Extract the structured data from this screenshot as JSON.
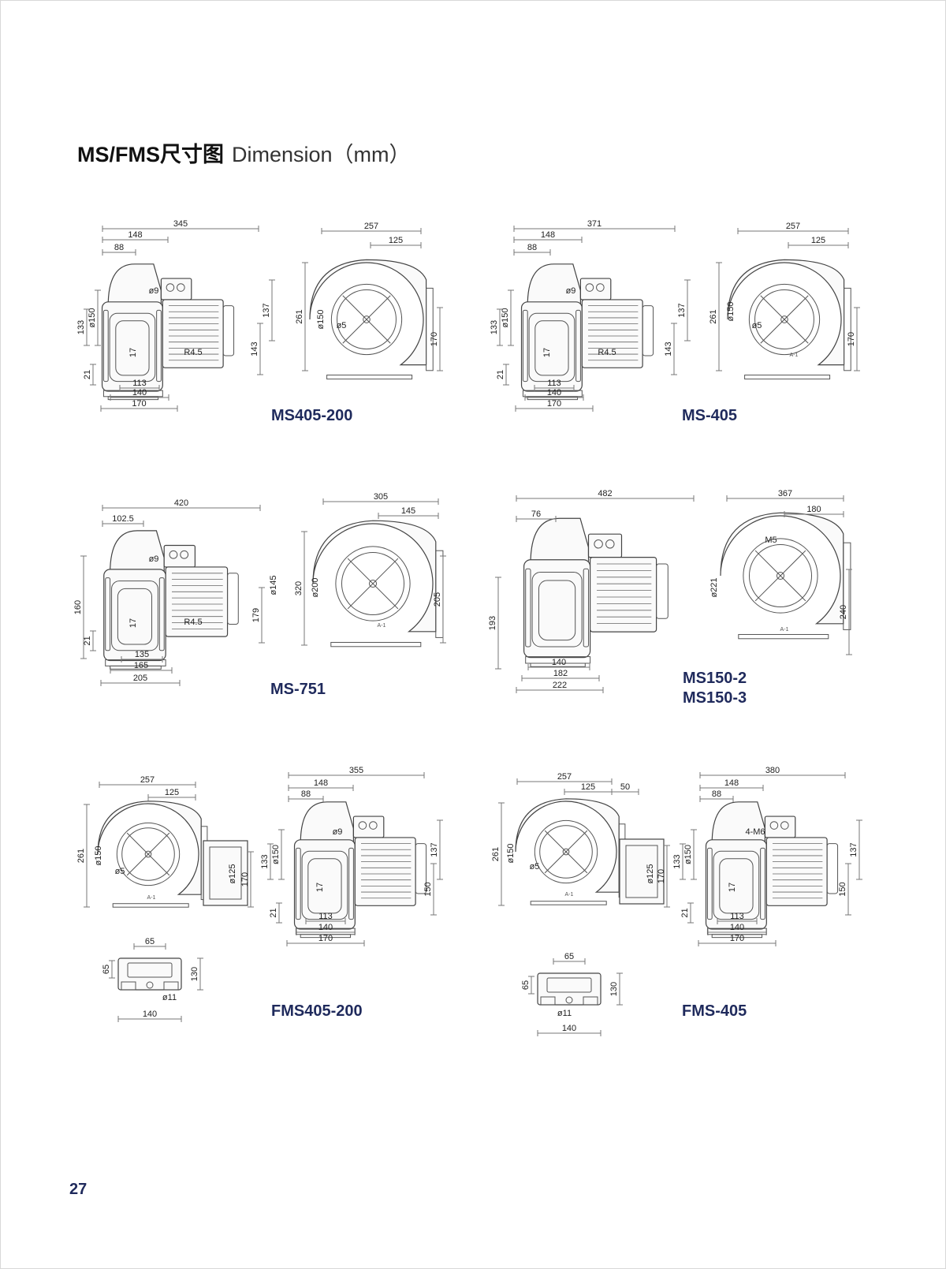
{
  "header": {
    "title_cn": "MS/FMS尺寸图",
    "title_en": "Dimension（mm）"
  },
  "page_number": "27",
  "models": [
    {
      "label": "MS405-200",
      "front": [
        "345",
        "148",
        "88",
        "ø9",
        "137",
        "133",
        "ø150",
        "17",
        "R4.5",
        "143",
        "21",
        "113",
        "140",
        "170"
      ],
      "side": [
        "257",
        "125",
        "261",
        "ø150",
        "ø5",
        "170"
      ]
    },
    {
      "label": "MS-405",
      "front": [
        "371",
        "148",
        "88",
        "ø9",
        "137",
        "133",
        "ø150",
        "17",
        "R4.5",
        "143",
        "21",
        "113",
        "140",
        "170"
      ],
      "side": [
        "257",
        "125",
        "261",
        "ø150",
        "ø5",
        "A-1",
        "170"
      ]
    },
    {
      "label": "MS-751",
      "front": [
        "420",
        "102.5",
        "ø9",
        "ø145",
        "160",
        "17",
        "R4.5",
        "179",
        "21",
        "135",
        "165",
        "205"
      ],
      "side": [
        "305",
        "145",
        "320",
        "ø200",
        "A-1",
        "205"
      ]
    },
    {
      "label": "MS150-2",
      "label2": "MS150-3",
      "front": [
        "482",
        "76",
        "193",
        "140",
        "182",
        "222"
      ],
      "side": [
        "367",
        "180",
        "M5",
        "ø221",
        "A-1",
        "240"
      ]
    },
    {
      "label": "FMS405-200",
      "side": [
        "257",
        "125",
        "261",
        "ø150",
        "ø5",
        "A-1",
        "ø125",
        "170"
      ],
      "front": [
        "355",
        "148",
        "88",
        "ø9",
        "137",
        "133",
        "ø150",
        "17",
        "150",
        "21",
        "113",
        "140",
        "170"
      ],
      "foot": [
        "65",
        "65",
        "130",
        "ø11",
        "140"
      ]
    },
    {
      "label": "FMS-405",
      "side": [
        "257",
        "125",
        "50",
        "261",
        "ø150",
        "ø5",
        "A-1",
        "ø125",
        "170"
      ],
      "front": [
        "380",
        "148",
        "88",
        "4-M6",
        "137",
        "133",
        "ø150",
        "17",
        "150",
        "21",
        "113",
        "140",
        "170"
      ],
      "foot": [
        "65",
        "65",
        "130",
        "ø11",
        "140"
      ]
    }
  ]
}
